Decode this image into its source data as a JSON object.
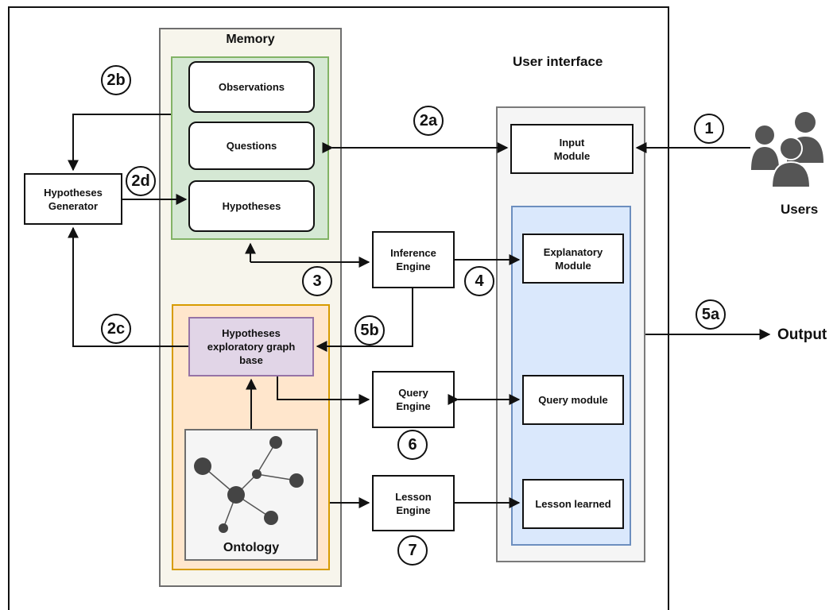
{
  "labels": {
    "memory": "Memory",
    "user_interface": "User interface",
    "users": "Users",
    "output": "Output",
    "ontology": "Ontology"
  },
  "nodes": {
    "observations": "Observations",
    "questions": "Questions",
    "hypotheses": "Hypotheses",
    "hypotheses_generator": "Hypotheses\nGenerator",
    "input_module": "Input\nModule",
    "inference_engine": "Inference\nEngine",
    "explanatory_module": "Explanatory\nModule",
    "hypotheses_graph_base": "Hypotheses\nexploratory graph\nbase",
    "query_engine": "Query\nEngine",
    "query_module": "Query module",
    "lesson_engine": "Lesson\nEngine",
    "lesson_learned": "Lesson learned"
  },
  "steps": {
    "s1": "1",
    "s2a": "2a",
    "s2b": "2b",
    "s2c": "2c",
    "s2d": "2d",
    "s3": "3",
    "s4": "4",
    "s5a": "5a",
    "s5b": "5b",
    "s6": "6",
    "s7": "7"
  },
  "colors": {
    "memory_fill": "#f7f5ec",
    "green_fill": "#d5e8d4",
    "green_border": "#82b366",
    "orange_fill": "#ffe6cc",
    "orange_border": "#d79b00",
    "purple_fill": "#e1d5e7",
    "purple_border": "#9673a6",
    "blue_fill": "#dae8fc",
    "blue_border": "#6c8ebf",
    "ui_fill": "#f5f5f5",
    "ontology_fill": "#f5f5f5"
  }
}
